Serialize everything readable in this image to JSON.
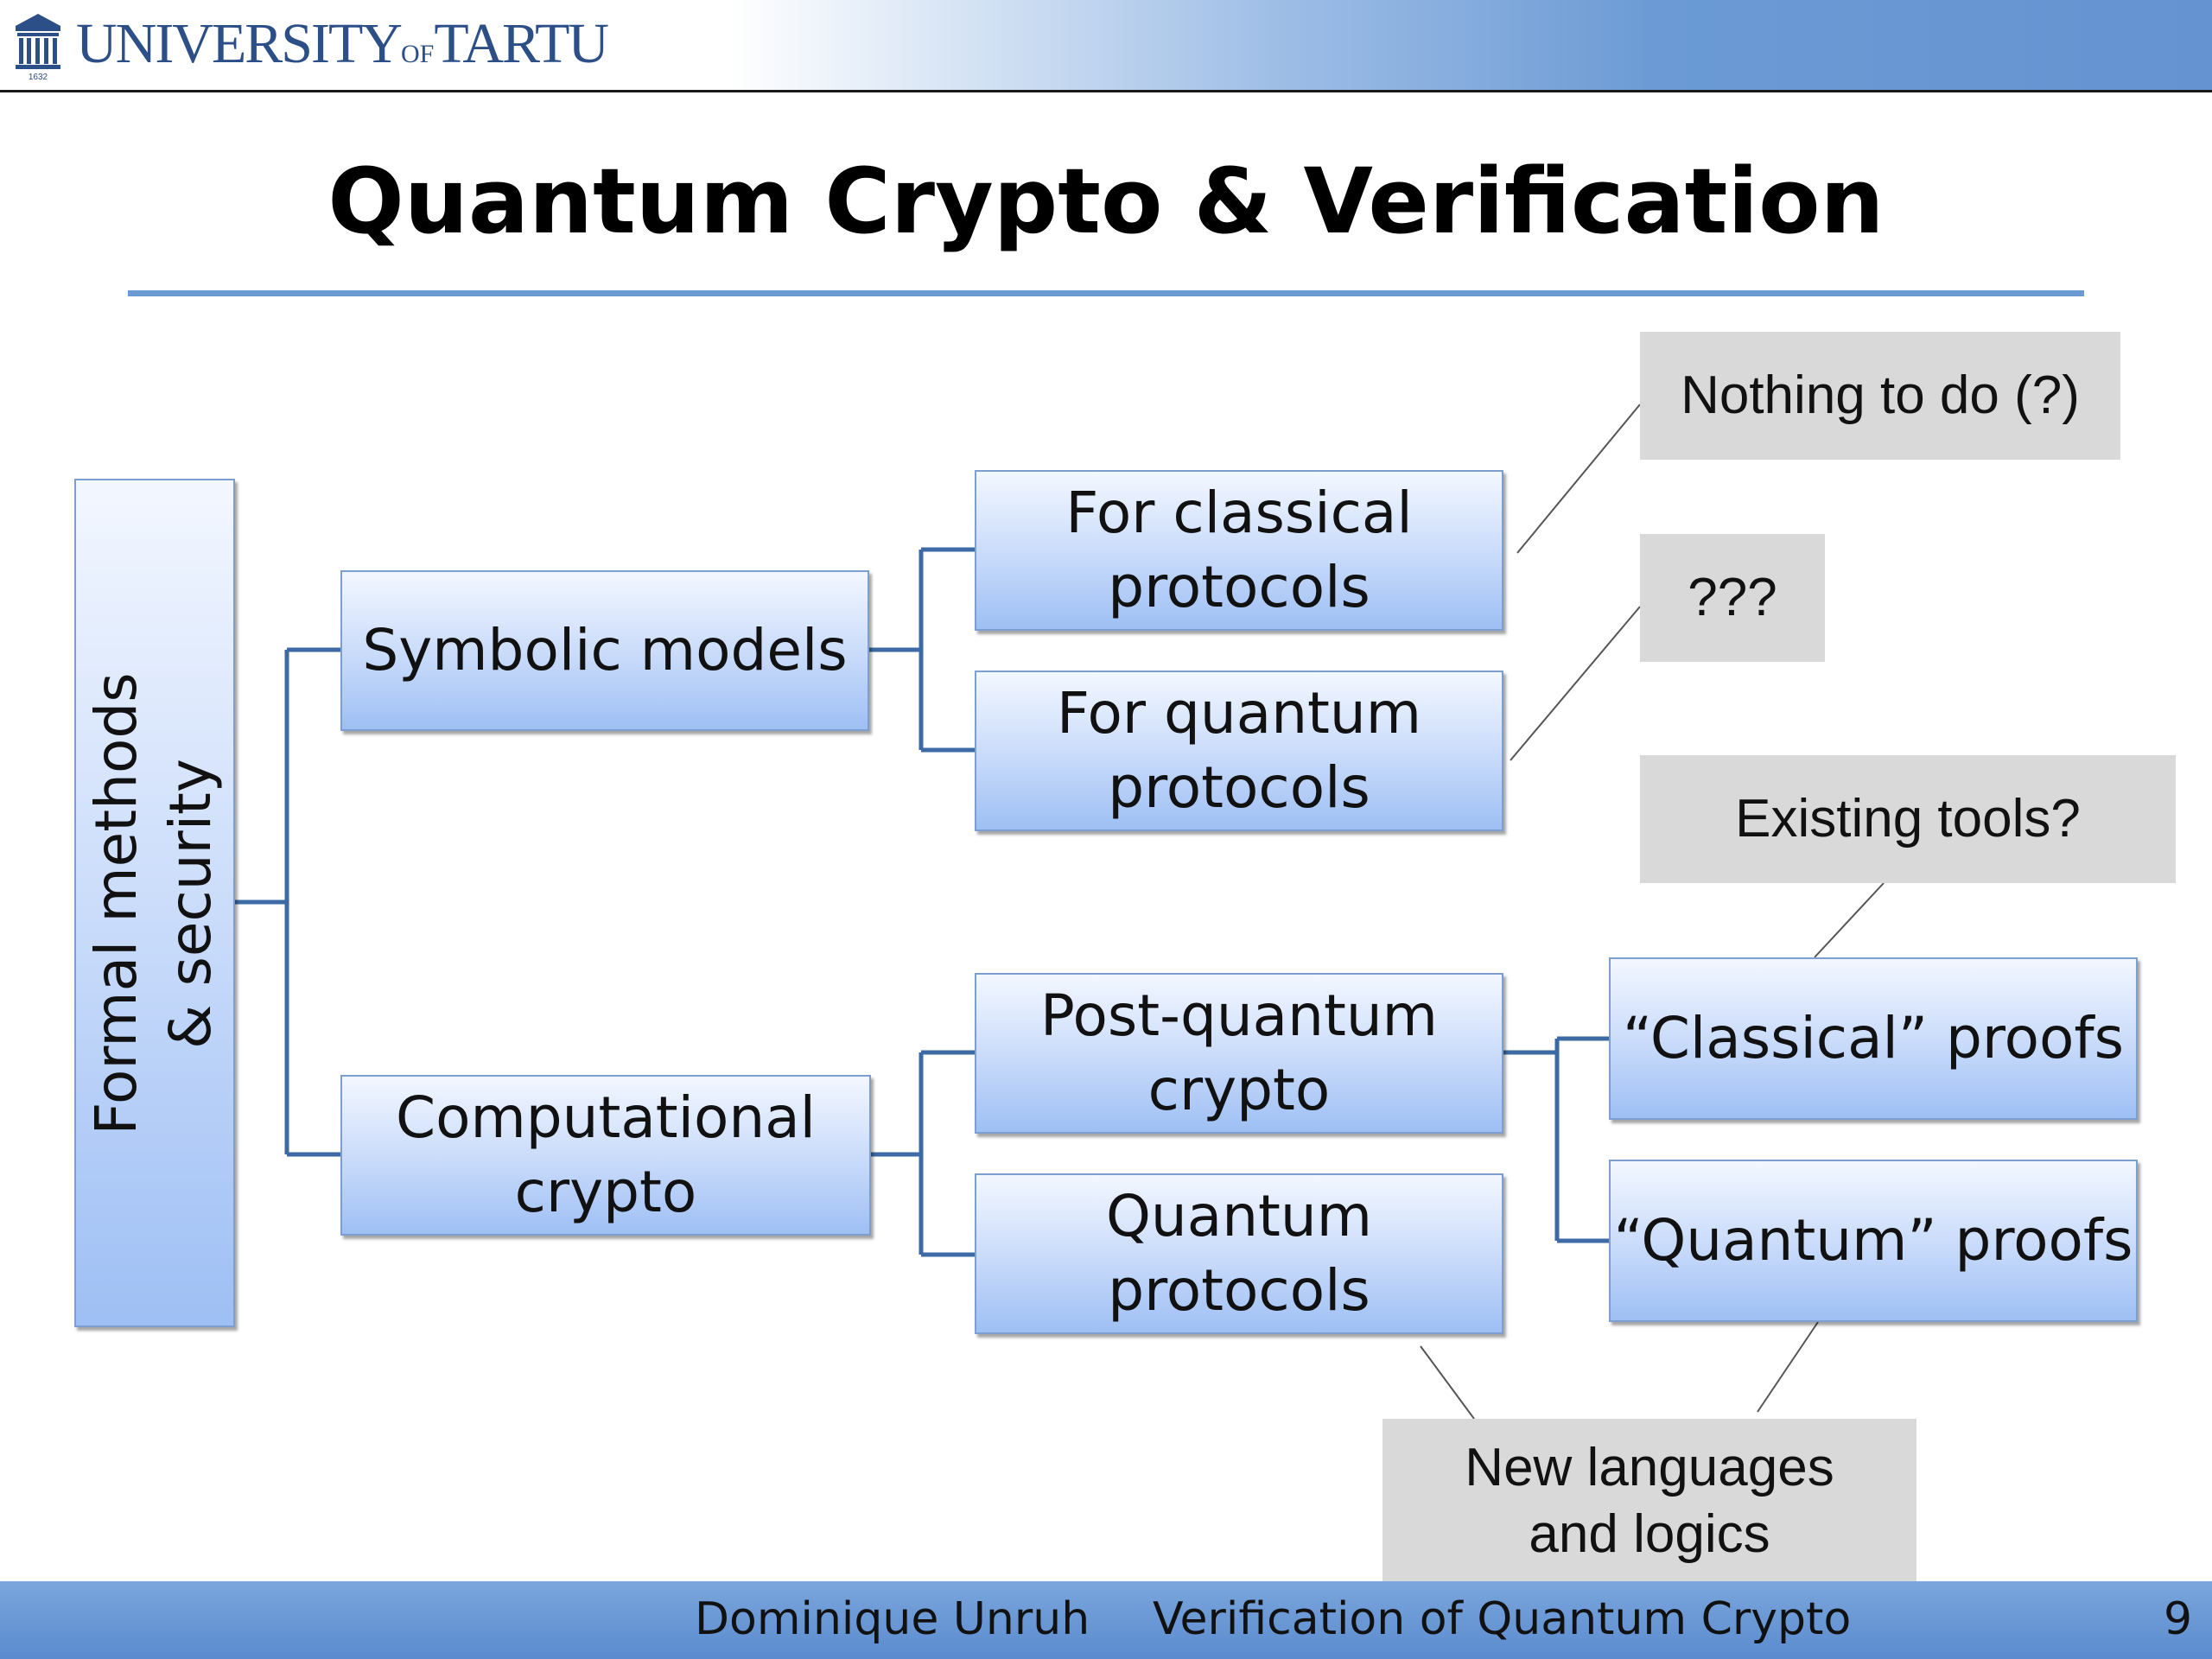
{
  "header": {
    "logo_text_main": "UNIVERSITY",
    "logo_text_of": "OF",
    "logo_text_end": "TARTU",
    "logo_year": "1632"
  },
  "slide": {
    "title": "Quantum Crypto & Verification"
  },
  "diagram": {
    "root": "Formal methods\n& security",
    "symbolic": "Symbolic models",
    "computational": "Computational\ncrypto",
    "classical_protocols": "For classical\nprotocols",
    "quantum_protocols_symbolic": "For quantum\nprotocols",
    "post_quantum": "Post-quantum\ncrypto",
    "quantum_protocols": "Quantum\nprotocols",
    "classical_proofs": "“Classical” proofs",
    "quantum_proofs": "“Quantum” proofs",
    "notes": {
      "nothing_to_do": "Nothing to do (?)",
      "unknown": "???",
      "existing_tools": "Existing tools?",
      "new_languages": "New languages\nand logics"
    }
  },
  "footer": {
    "author": "Dominique Unruh",
    "talk_title": "Verification of Quantum Crypto",
    "page_number": "9"
  },
  "colors": {
    "accent": "#6a9ad4",
    "connector": "#3d6aa5",
    "node_border": "#7c9fd0",
    "note_bg": "#d9d9d9",
    "logo": "#2b4f86"
  }
}
